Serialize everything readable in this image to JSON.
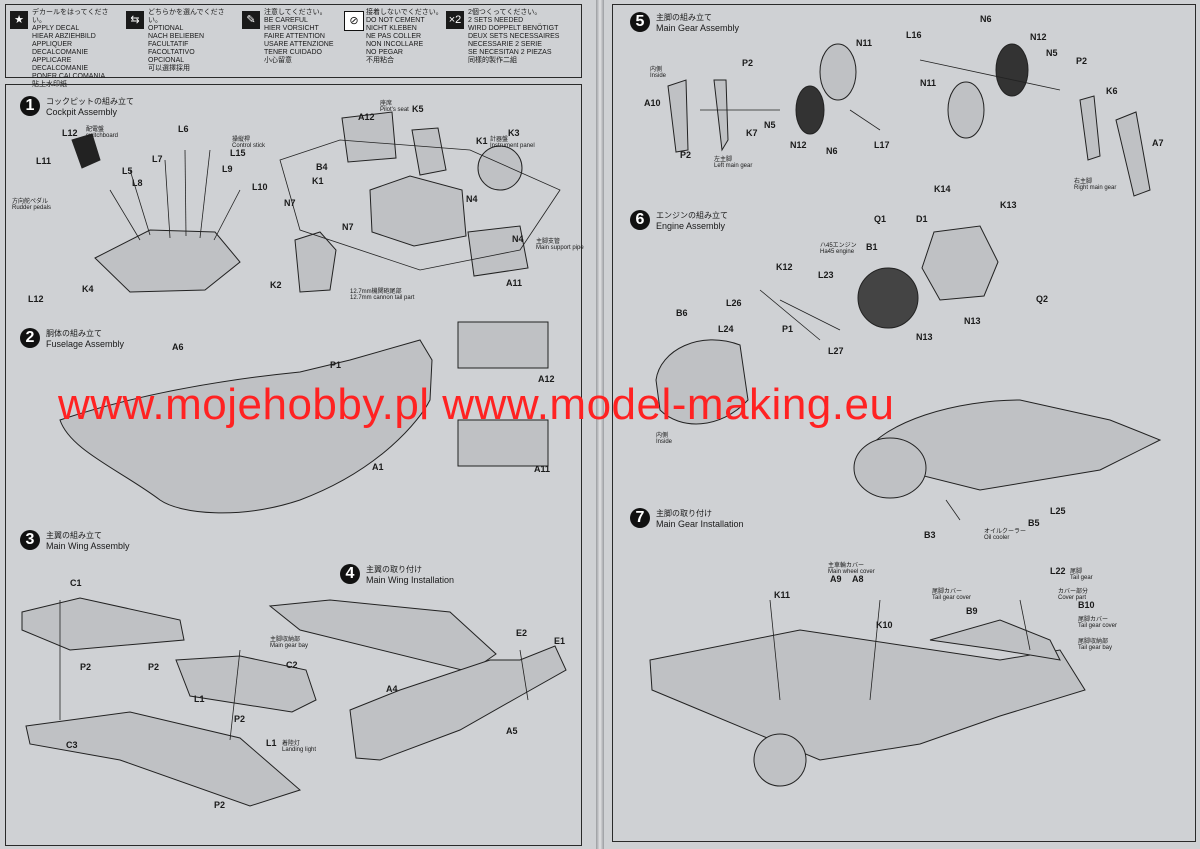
{
  "legend": [
    {
      "icon": "star",
      "lines": "デカールをはってください。\nAPPLY DECAL\nHIEAR ABZIEHBILD\nAPPLIQUER DECALCOMANIE\nAPPLICARE DECALCOMANIE\nPONER CALCOMANIA\n貼上水印紙"
    },
    {
      "icon": "arrows",
      "lines": "どちらかを選んでください。\nOPTIONAL\nNACH BELIEBEN\nFACULTATIF\nFACOLTATIVO\nOPCIONAL\n可以選擇採用"
    },
    {
      "icon": "pen",
      "lines": "注意してください。\nBE CAREFUL\nHIER VORSICHT\nFAIRE ATTENTION\nUSARE ATTENZIONE\nTENER CUIDADO\n小心留意"
    },
    {
      "icon": "nocement",
      "lines": "接着しないでください。\nDO NOT CEMENT\nNICHT KLEBEN\nNE PAS COLLER\nNON INCOLLARE\nNO PEGAR\n不用粘合"
    },
    {
      "icon": "x2",
      "lines": "2個つくってください。\n2 SETS NEEDED\nWIRD DOPPELT BENÖTIGT\nDEUX SETS NECESSAIRES\nNECESSARIE 2 SERIE\nSE NECESITAN 2 PIEZAS\n同樣的製作二組"
    }
  ],
  "steps": [
    {
      "num": "1",
      "jp": "コックピットの組み立て",
      "en": "Cockpit Assembly"
    },
    {
      "num": "2",
      "jp": "胴体の組み立て",
      "en": "Fuselage Assembly"
    },
    {
      "num": "3",
      "jp": "主翼の組み立て",
      "en": "Main Wing Assembly"
    },
    {
      "num": "4",
      "jp": "主翼の取り付け",
      "en": "Main Wing Installation"
    },
    {
      "num": "5",
      "jp": "主脚の組み立て",
      "en": "Main Gear Assembly"
    },
    {
      "num": "6",
      "jp": "エンジンの組み立て",
      "en": "Engine Assembly"
    },
    {
      "num": "7",
      "jp": "主脚の取り付け",
      "en": "Main Gear Installation"
    }
  ],
  "labels": {
    "l12": "L12",
    "l6": "L6",
    "l7": "L7",
    "l5": "L5",
    "l8": "L8",
    "l11": "L11",
    "l15": "L15",
    "l9": "L9",
    "l10": "L10",
    "k4": "K4",
    "k2": "K2",
    "n7a": "N7",
    "n7b": "N7",
    "k1": "K1",
    "b4": "B4",
    "a12": "A12",
    "k5": "K5",
    "k3": "K3",
    "n4a": "N4",
    "n4b": "N4",
    "a11": "A11",
    "k1b": "K1",
    "l12b": "L12",
    "a6": "A6",
    "p1": "P1",
    "a1": "A1",
    "a12b": "A12",
    "a11b": "A11",
    "c1": "C1",
    "c2": "C2",
    "c3": "C3",
    "p2a": "P2",
    "p2b": "P2",
    "p2c": "P2",
    "p2d": "P2",
    "l1a": "L1",
    "l1b": "L1",
    "a4": "A4",
    "a5": "A5",
    "e1": "E1",
    "e2": "E2",
    "a10": "A10",
    "p2e": "P2",
    "k7": "K7",
    "n5a": "N5",
    "n12a": "N12",
    "n6a": "N6",
    "n11a": "N11",
    "l17": "L17",
    "p2f": "P2",
    "l16": "L16",
    "n6b": "N6",
    "n12b": "N12",
    "n5b": "N5",
    "n11b": "N11",
    "p2g": "P2",
    "k6": "K6",
    "a7": "A7",
    "q1": "Q1",
    "d1": "D1",
    "k14": "K14",
    "k13": "K13",
    "b1": "B1",
    "k12": "K12",
    "l23": "L23",
    "l26": "L26",
    "p1b": "P1",
    "l24": "L24",
    "l27": "L27",
    "b6": "B6",
    "n13a": "N13",
    "n13b": "N13",
    "q2": "Q2",
    "b3": "B3",
    "b5": "B5",
    "l25": "L25",
    "a9": "A9",
    "a8": "A8",
    "k11": "K11",
    "k10": "K10",
    "l22": "L22",
    "b9": "B9",
    "b10": "B10"
  },
  "captions": {
    "switchboard": "配電盤\nswitchboard",
    "control_stick": "操縦桿\nControl stick",
    "rudder_pedals": "方向舵ペダル\nRudder pedals",
    "pilots_seat": "座席\nPilot's seat",
    "instrument_panel": "計器盤\nInstrument panel",
    "cannon": "12.7mm機関砲尾部\n12.7mm cannon tail part",
    "main_support_pipe": "主脚支管\nMain support pipe",
    "main_gear_bay": "主脚収納部\nMain gear bay",
    "landing_light": "着陸灯\nLanding light",
    "left_main_gear": "左主脚\nLeft main gear",
    "right_main_gear": "右主脚\nRight main gear",
    "inside": "内側\nInside",
    "ha45": "ハ45エンジン\nHa45 engine",
    "oil_cooler": "オイルクーラー\nOil cooler",
    "main_wheel_cover": "主車輪カバー\nMain wheel cover",
    "tail_gear": "尾脚\nTail gear",
    "cover_part": "カバー部分\nCover part",
    "tail_gear_cover": "尾脚カバー\nTail gear cover",
    "tail_gear_cover2": "尾脚カバー\nTail gear cover",
    "tail_gear_bay": "尾脚収納部\nTail gear bay"
  },
  "watermark": "www.mojehobby.pl www.model-making.eu",
  "colors": {
    "paper": "#cfd1d4",
    "ink": "#1a1a1a",
    "watermark": "#ff2222"
  }
}
